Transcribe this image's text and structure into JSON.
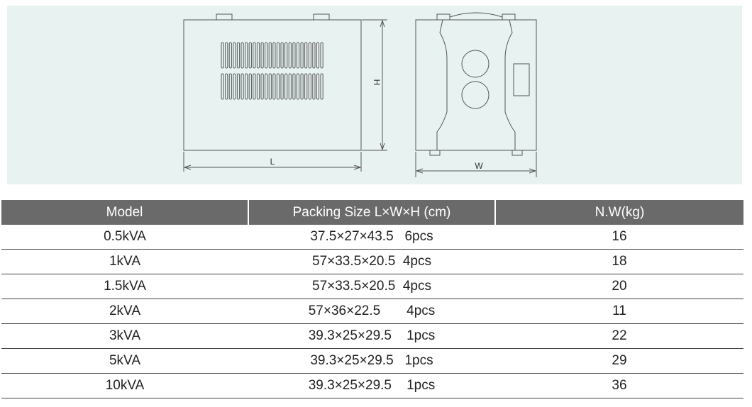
{
  "diagram": {
    "labels": {
      "length": "L",
      "height": "H",
      "width": "W"
    },
    "colors": {
      "background": "#e8f3f1",
      "stroke": "#555555"
    }
  },
  "table": {
    "headers": [
      "Model",
      "Packing Size L×W×H (cm)",
      "N.W(kg)"
    ],
    "rows": [
      {
        "model": "0.5kVA",
        "size": "37.5×27×43.5   6pcs",
        "weight": "16"
      },
      {
        "model": "1kVA",
        "size": "57×33.5×20.5  4pcs",
        "weight": "18"
      },
      {
        "model": "1.5kVA",
        "size": "57×33.5×20.5  4pcs",
        "weight": "20"
      },
      {
        "model": "2kVA",
        "size": "57×36×22.5       4pcs",
        "weight": "11"
      },
      {
        "model": "3kVA",
        "size": "39.3×25×29.5    1pcs",
        "weight": "22"
      },
      {
        "model": "5kVA",
        "size": "39.3×25×29.5   1pcs",
        "weight": "29"
      },
      {
        "model": "10kVA",
        "size": "39.3×25×29.5    1pcs",
        "weight": "36"
      }
    ],
    "colors": {
      "header_bg": "#6a6a6a",
      "header_text": "#ffffff",
      "rule": "#444444"
    }
  }
}
